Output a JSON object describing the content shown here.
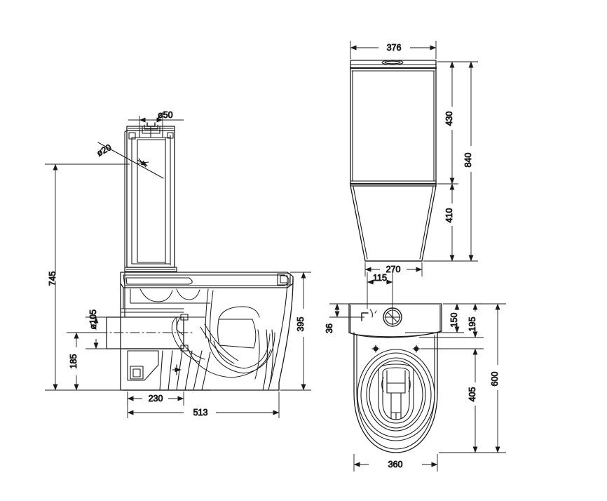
{
  "drawing": {
    "type": "engineering-dimension-drawing",
    "subject": "close-coupled toilet pan and cistern",
    "units": "mm",
    "line_color": "#1a1a1a",
    "background_color": "#ffffff",
    "views": [
      {
        "id": "side-section",
        "label": "side sectional elevation"
      },
      {
        "id": "front-elevation",
        "label": "front elevation"
      },
      {
        "id": "plan-view",
        "label": "top plan view"
      }
    ]
  },
  "side_view": {
    "dimensions": {
      "inlet_dia_top": "ø50",
      "inlet_dia_leader": "ø20",
      "total_height": "745",
      "outlet_dia": "ø105",
      "outlet_height": "185",
      "bowl_height": "395",
      "outlet_offset": "230",
      "total_depth": "513"
    }
  },
  "front_view": {
    "dimensions": {
      "cistern_width": "376",
      "cistern_height": "430",
      "total_height": "840",
      "pan_height": "410",
      "base_width": "270",
      "base_offset": "115"
    }
  },
  "plan_view": {
    "dimensions": {
      "button_offset_x": "115",
      "edge_offset": "36",
      "button_offset_y": "150",
      "cistern_depth": "195",
      "total_length": "600",
      "bowl_length": "405",
      "width": "360"
    }
  }
}
